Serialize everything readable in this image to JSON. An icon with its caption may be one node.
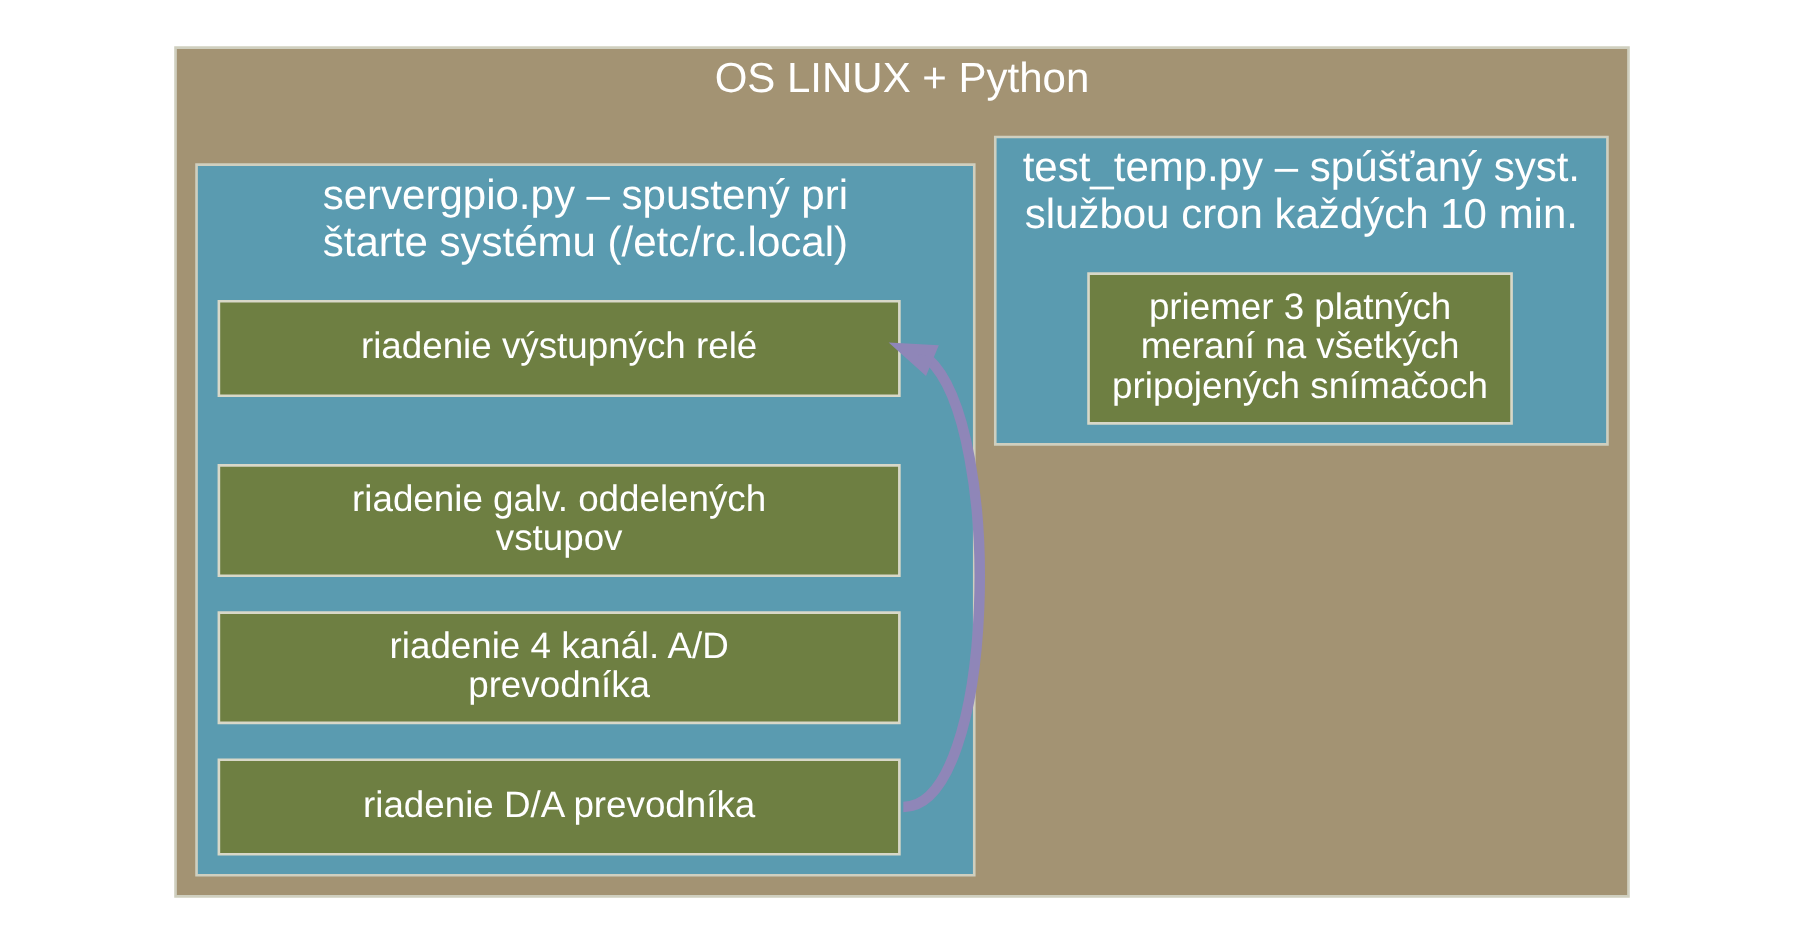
{
  "diagram": {
    "nodes": [
      {
        "text": [
          "OS LINUX + Python"
        ]
      },
      {
        "text": [
          "test_temp.py – spúšťaný syst. službou cron každých 10 min."
        ],
        "in": 0
      },
      {
        "text": [
          "priemer 3 platných meraní na všetkých pripojených snímačoch"
        ],
        "in": 1
      },
      {
        "text": [
          "servergpio.py – spustený pri štarte systému (/etc/rc.local)"
        ],
        "in": 0
      },
      {
        "text": [
          "riadenie výstupných relé"
        ],
        "in": 3
      },
      {
        "text": [
          "riadenie galv. oddelených vstupov"
        ],
        "in": 3
      },
      {
        "text": [
          "riadenie 4 kanál. A/D prevodníka"
        ],
        "in": 3
      },
      {
        "text": [
          "riadenie D/A prevodníka"
        ],
        "in": 3
      }
    ],
    "edges": [
      {
        "from": 7,
        "to": 4,
        "arrow": "to"
      }
    ]
  }
}
